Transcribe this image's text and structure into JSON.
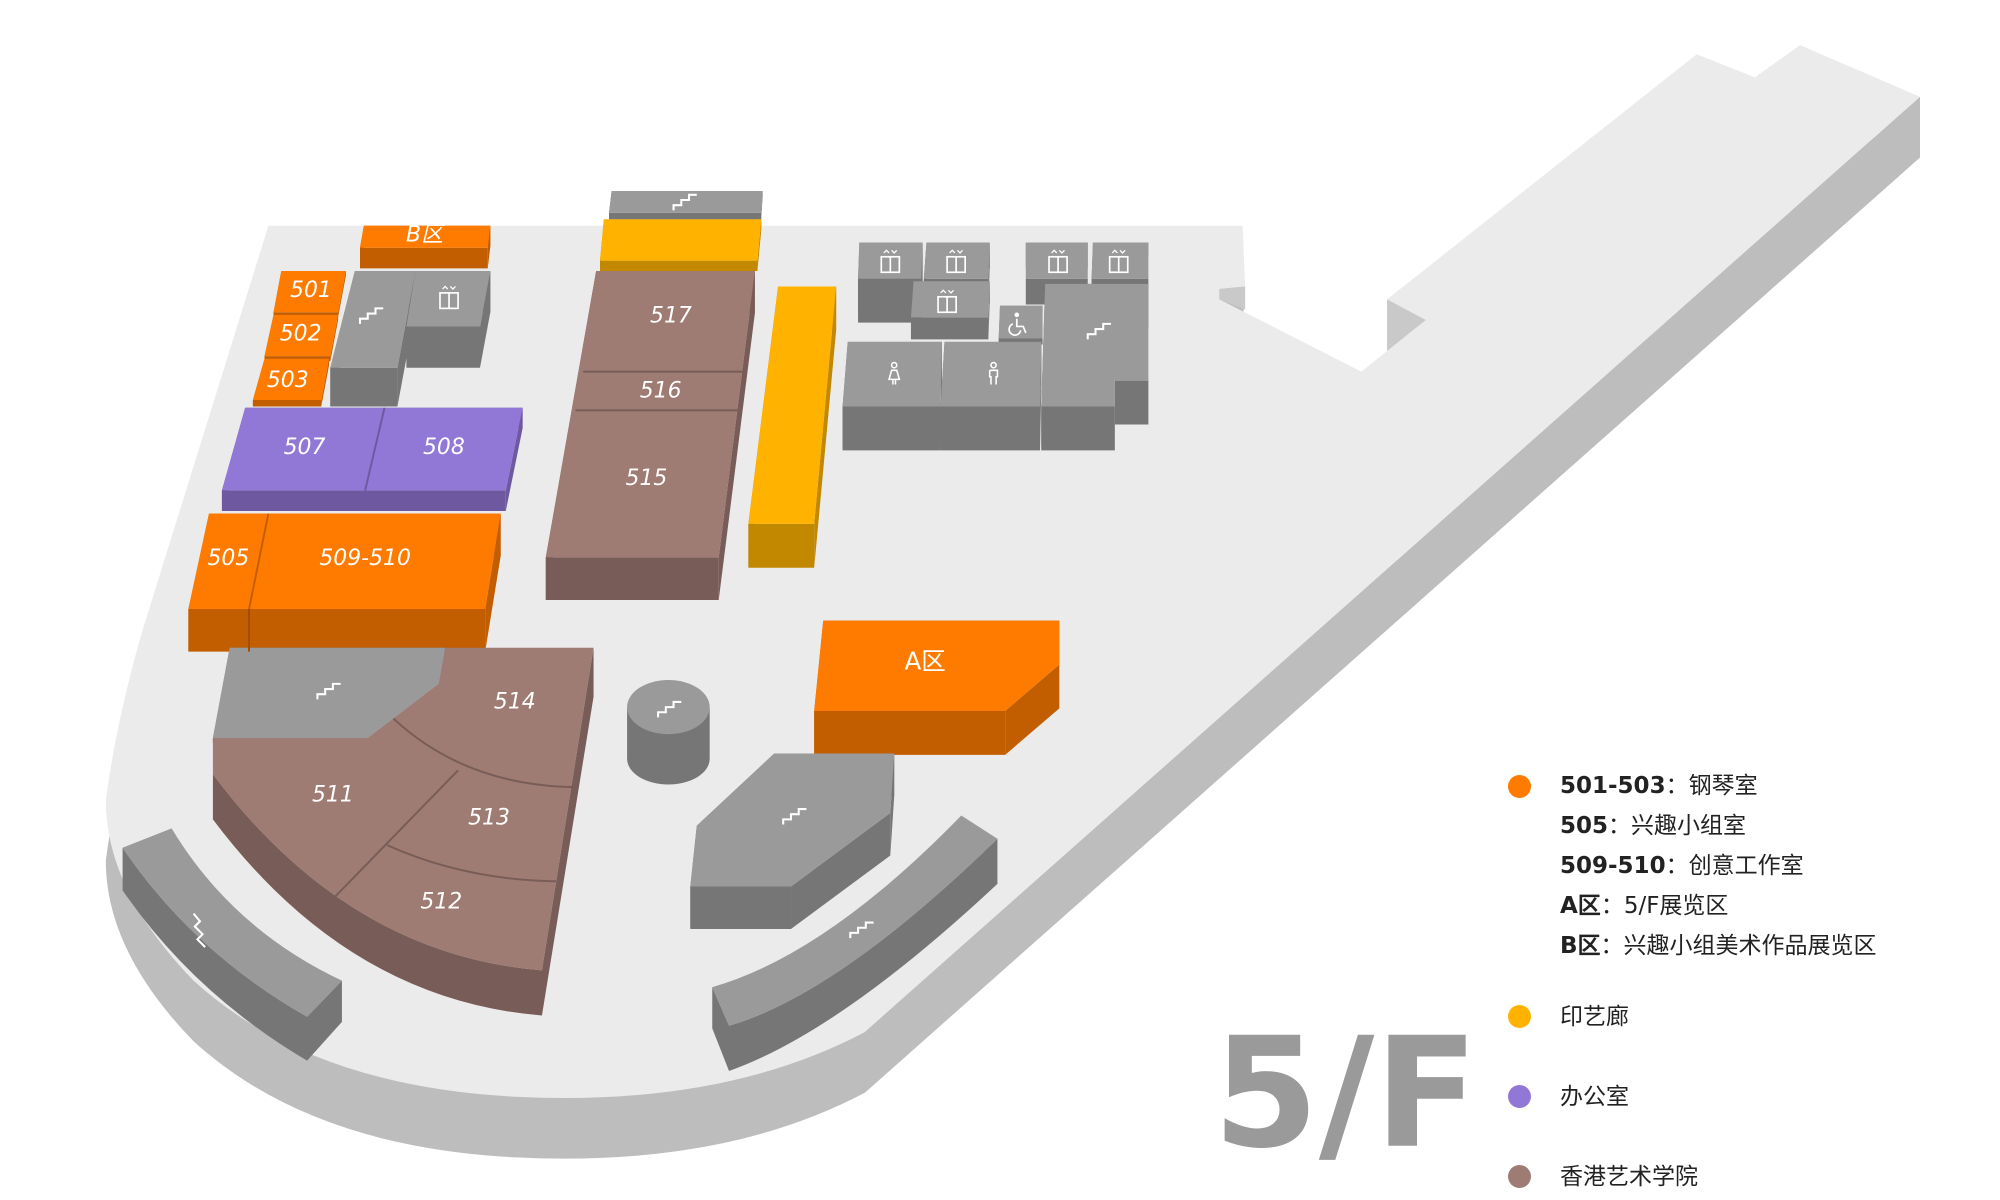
{
  "floor": "5/F",
  "colors": {
    "orange": "#ff7b00",
    "orange_side": "#c25e00",
    "yellow": "#ffb300",
    "yellow_side": "#c18800",
    "purple": "#9177d6",
    "purple_side": "#6e58a0",
    "brown": "#9e7b73",
    "brown_side": "#785c57",
    "gray": "#9a9a9a",
    "gray_side": "#767676",
    "floor": "#ebebeb",
    "floor_side": "#bdbdbd"
  },
  "map": {
    "labels": [
      "B区",
      "501",
      "502",
      "503",
      "507",
      "508",
      "505",
      "509-510",
      "517",
      "516",
      "515",
      "A区",
      "514",
      "511",
      "513",
      "512"
    ]
  },
  "legend": [
    {
      "code": "501-503",
      "sep": "：",
      "text": "钢琴室",
      "color": "#ff7b00"
    },
    {
      "code": "505",
      "sep": "：",
      "text": "兴趣小组室"
    },
    {
      "code": "509-510",
      "sep": "：",
      "text": "创意工作室"
    },
    {
      "code": "A区",
      "sep": "：",
      "text": "5/F展览区"
    },
    {
      "code": "B区",
      "sep": "：",
      "text": "兴趣小组美术作品展览区"
    },
    {
      "text": "印艺廊",
      "color": "#ffb300"
    },
    {
      "text": "办公室",
      "color": "#9177d6"
    },
    {
      "text": "香港艺术学院",
      "color": "#9e7b73"
    }
  ]
}
